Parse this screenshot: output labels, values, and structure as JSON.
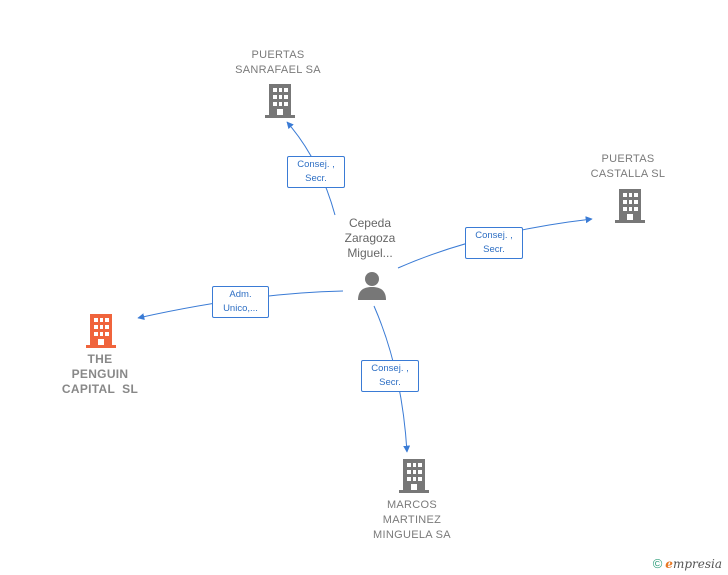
{
  "center": {
    "label_lines": [
      "Cepeda",
      "Zaragoza",
      "Miguel..."
    ],
    "icon": "person-icon"
  },
  "companies": [
    {
      "id": "sanrafael",
      "label_lines": [
        "PUERTAS",
        "SANRAFAEL SA"
      ],
      "icon": "building-icon",
      "color": "#777777"
    },
    {
      "id": "castalla",
      "label_lines": [
        "PUERTAS",
        "CASTALLA SL"
      ],
      "icon": "building-icon",
      "color": "#777777"
    },
    {
      "id": "penguin",
      "label_lines": [
        "THE",
        "PENGUIN",
        "CAPITAL  SL"
      ],
      "icon": "building-icon",
      "color": "#f0643c"
    },
    {
      "id": "marcos",
      "label_lines": [
        "MARCOS",
        "MARTINEZ",
        "MINGUELA SA"
      ],
      "icon": "building-icon",
      "color": "#777777"
    }
  ],
  "edges": [
    {
      "to": "sanrafael",
      "label_lines": [
        "Consej. ,",
        "Secr."
      ]
    },
    {
      "to": "castalla",
      "label_lines": [
        "Consej. ,",
        "Secr."
      ]
    },
    {
      "to": "penguin",
      "label_lines": [
        "Adm.",
        "Unico,..."
      ]
    },
    {
      "to": "marcos",
      "label_lines": [
        "Consej. ,",
        "Secr."
      ]
    }
  ],
  "brand": {
    "copyright": "©",
    "name_initial": "e",
    "name_rest": "mpresia"
  },
  "colors": {
    "edge": "#3a7bd5",
    "node_gray": "#777777",
    "node_highlight": "#f0643c"
  }
}
